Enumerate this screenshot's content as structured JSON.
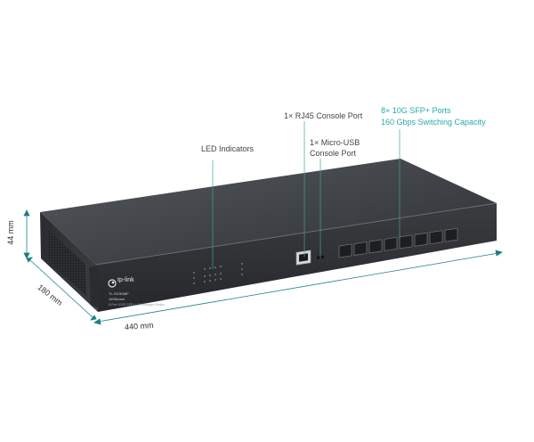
{
  "callouts": {
    "led": "LED Indicators",
    "rj45": "1× RJ45 Console Port",
    "usb_line1": "1× Micro-USB",
    "usb_line2": "Console Port",
    "sfp_line1": "8× 10G SFP+ Ports",
    "sfp_line2": "160 Gbps Switching Capacity"
  },
  "dimensions": {
    "height": "44 mm",
    "depth": "180 mm",
    "width": "440 mm"
  },
  "device": {
    "brand": "tp-link",
    "model": "TL-SX3008F",
    "series_logo": "JetStream",
    "description": "8-Port 10GE SFP+ L2+ Managed Switch"
  },
  "colors": {
    "accent": "#2aa9a9",
    "dimension_line": "#1e7f86",
    "chassis": "#3b3d40",
    "panel": "#2b2d30"
  },
  "icons": [
    "tp-link-logo-icon",
    "jetstream-logo-icon"
  ]
}
